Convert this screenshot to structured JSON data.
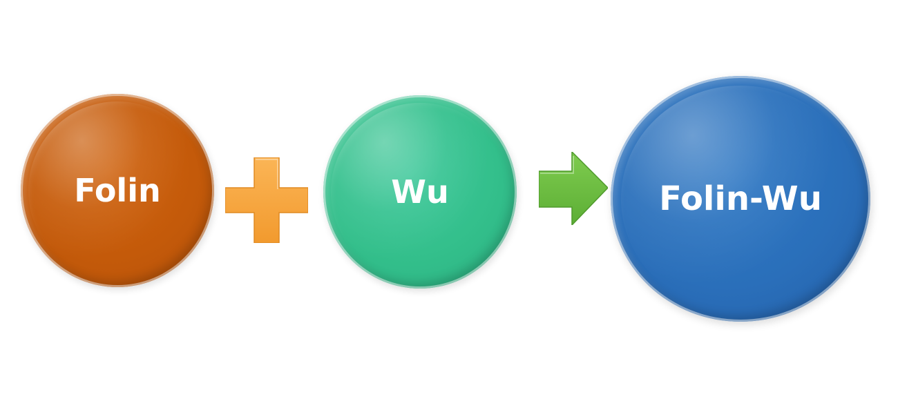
{
  "diagram": {
    "nodes": [
      {
        "id": "folin",
        "label": "Folin",
        "color": "#c45a0a"
      },
      {
        "id": "wu",
        "label": "Wu",
        "color": "#33bf8b"
      },
      {
        "id": "folin-wu",
        "label": "Folin-Wu",
        "color": "#2a6fba"
      }
    ],
    "operators": [
      {
        "id": "plus",
        "icon": "plus-icon",
        "color": "#f7a53a"
      },
      {
        "id": "arrow",
        "icon": "arrow-right-icon",
        "color": "#6ec043"
      }
    ]
  }
}
